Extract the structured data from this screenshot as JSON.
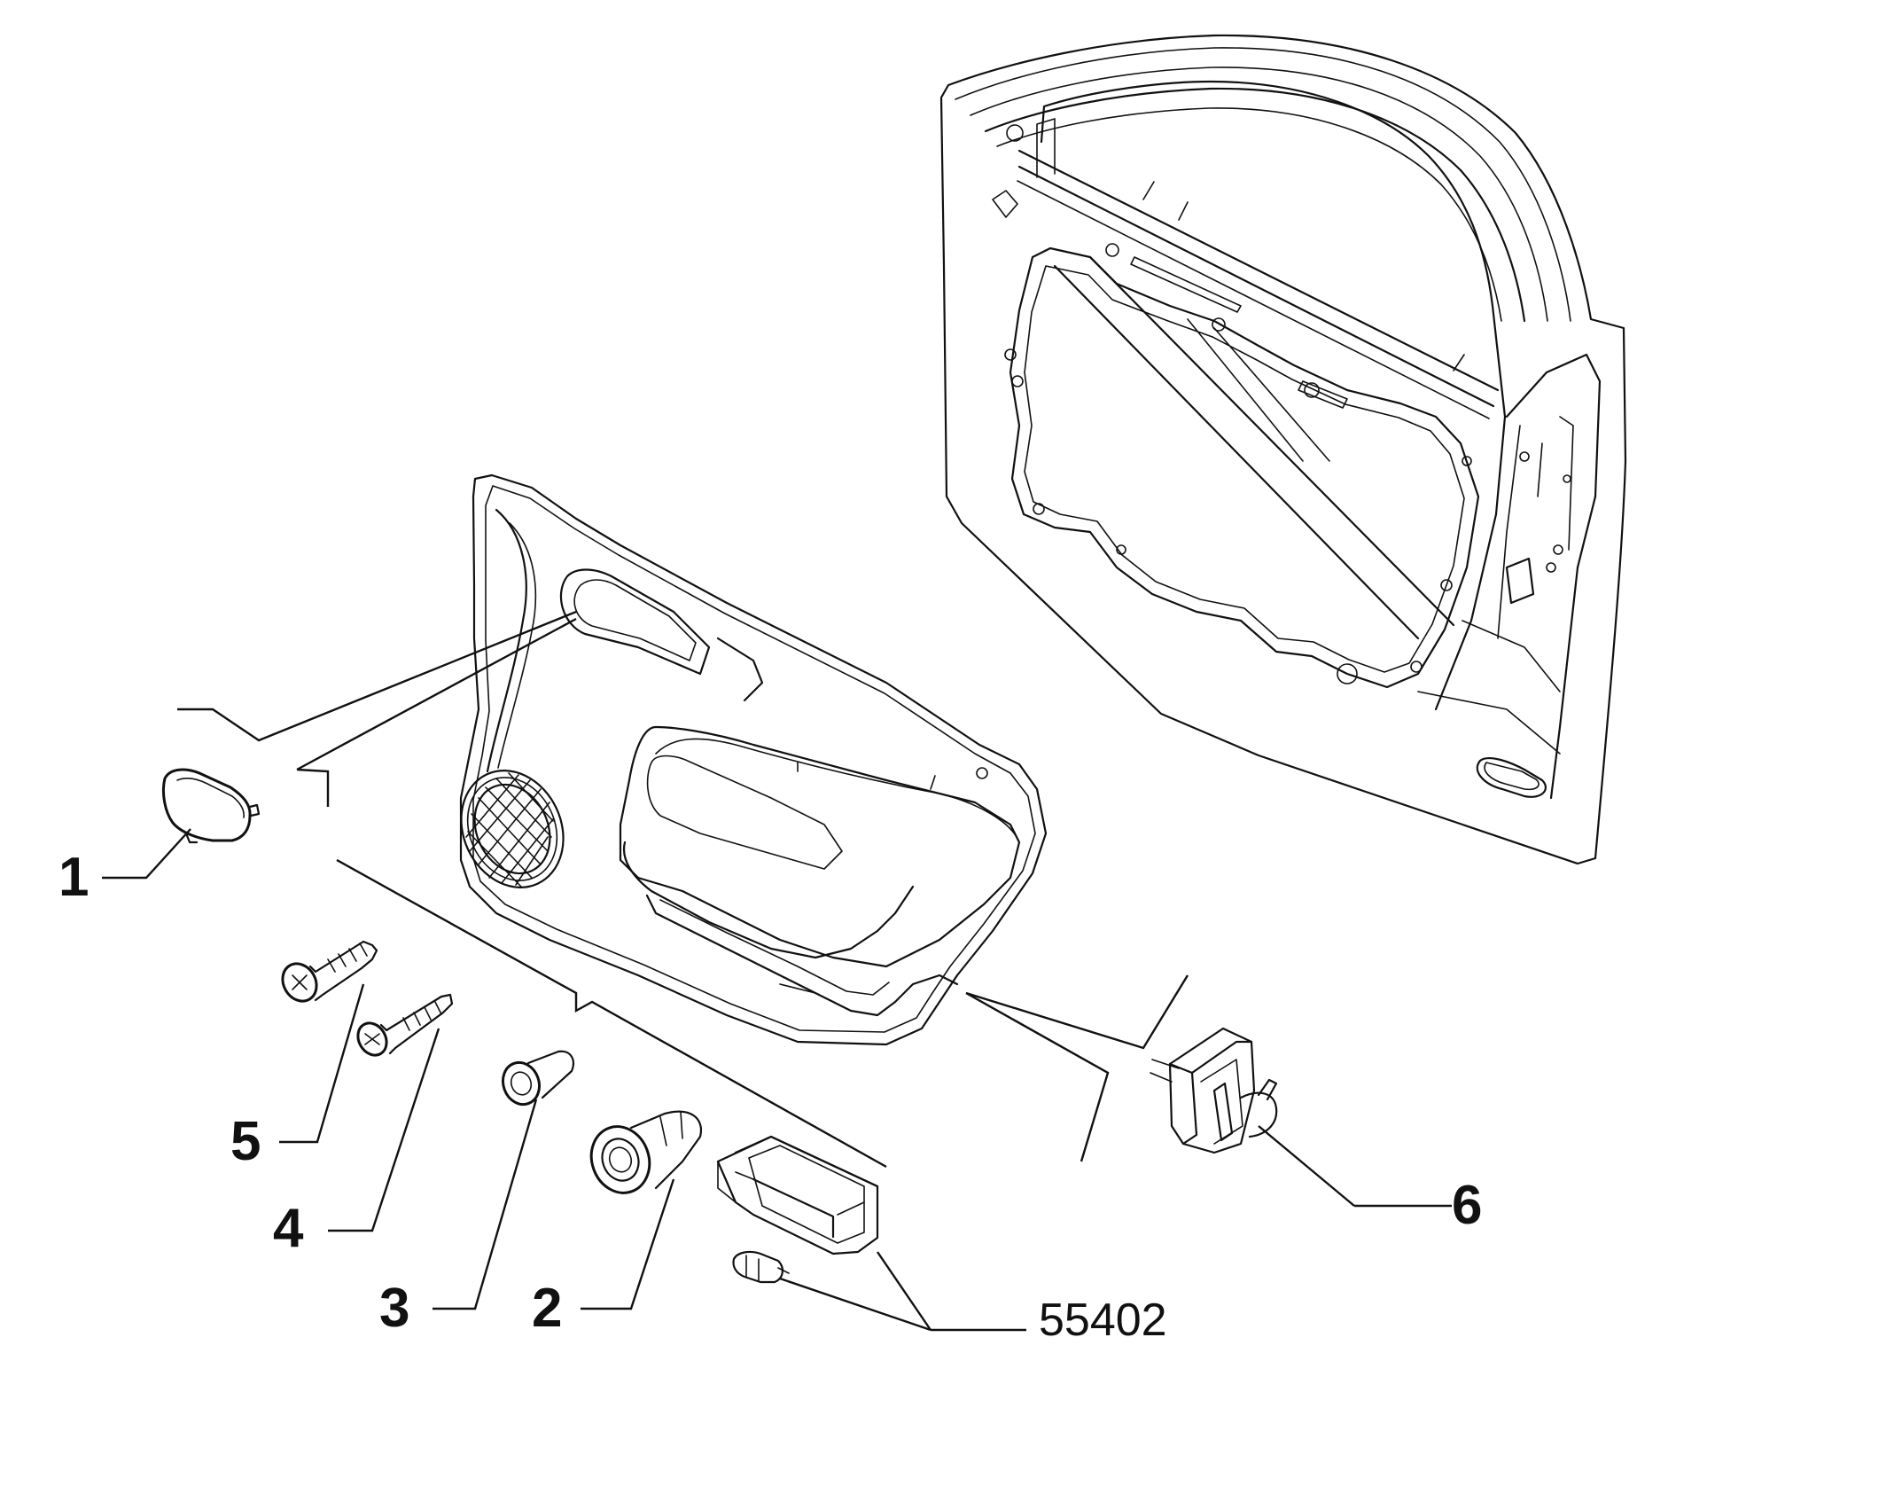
{
  "callouts": [
    {
      "id": "1",
      "text": "1"
    },
    {
      "id": "2",
      "text": "2"
    },
    {
      "id": "3",
      "text": "3"
    },
    {
      "id": "4",
      "text": "4"
    },
    {
      "id": "5",
      "text": "5"
    },
    {
      "id": "6",
      "text": "6"
    },
    {
      "id": "55402",
      "text": "55402"
    }
  ],
  "colors": {
    "line": "#111111",
    "background": "#ffffff"
  }
}
